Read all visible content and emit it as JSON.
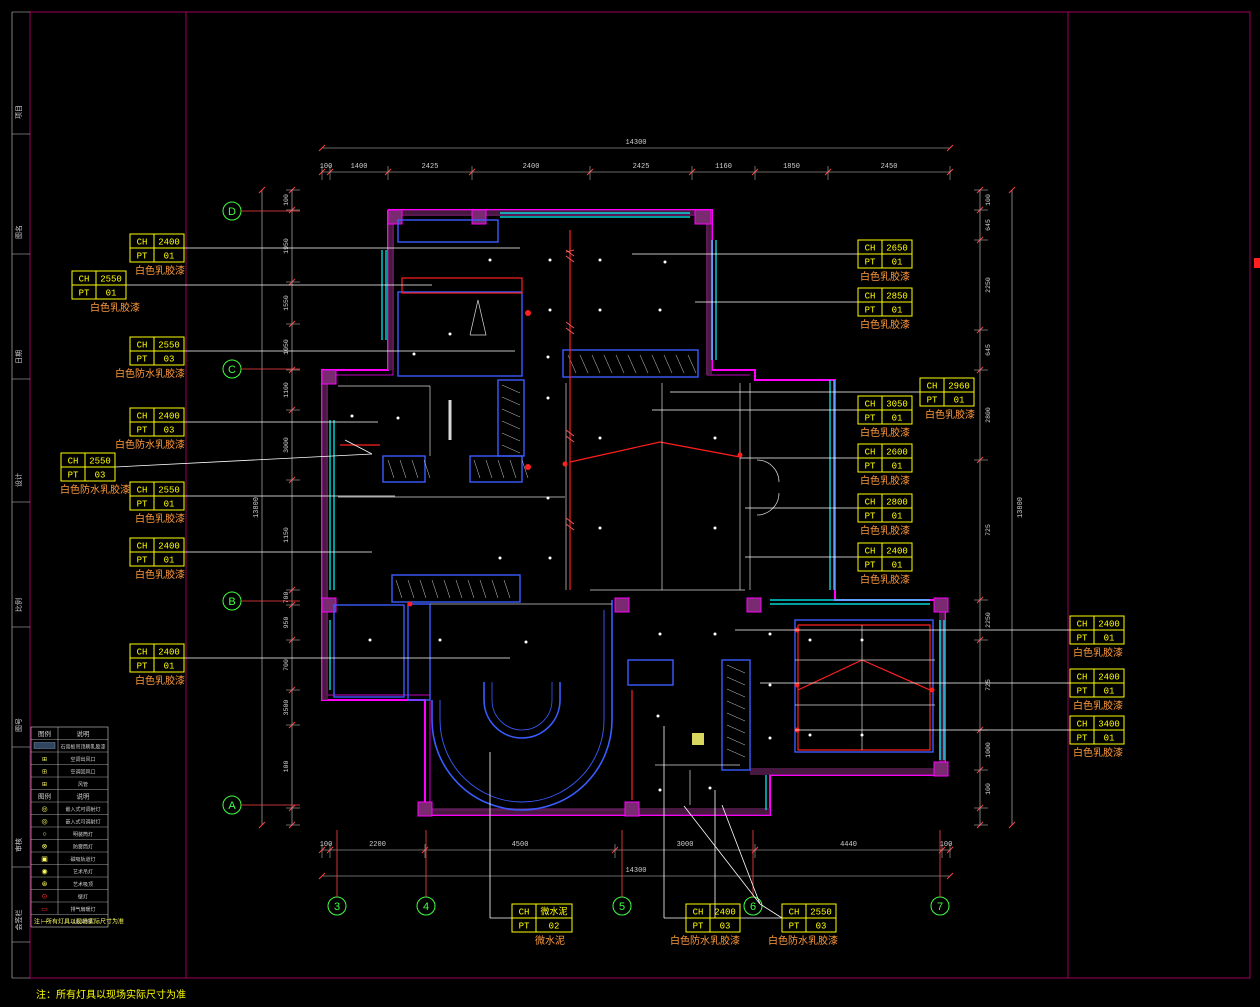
{
  "dims": {
    "top_total": "14300",
    "top_segments": [
      "100",
      "1400",
      "2425",
      "2400",
      "2425",
      "1160",
      "1850",
      "2450"
    ],
    "bottom_total": "14300",
    "bottom_segments": [
      "100",
      "2200",
      "4500",
      "3000",
      "4440",
      "100"
    ],
    "left_total": "13800",
    "left_segments": [
      "100",
      "1950",
      "1550",
      "1050",
      "1100",
      "3000",
      "1150",
      "700",
      "950",
      "700",
      "3500",
      "100"
    ],
    "right_total": "13800",
    "right_segments": [
      "100",
      "645",
      "2250",
      "645",
      "2800",
      "725",
      "2250",
      "725",
      "1000",
      "100"
    ]
  },
  "axes_rows": [
    "D",
    "C",
    "B",
    "A"
  ],
  "axes_cols": [
    "3",
    "4",
    "5",
    "6",
    "7"
  ],
  "tags_left": [
    {
      "ch": "2400",
      "pt": "01",
      "note": "白色乳胶漆"
    },
    {
      "ch": "2550",
      "pt": "01",
      "note": "白色乳胶漆"
    },
    {
      "ch": "2550",
      "pt": "03",
      "note": "白色防水乳胶漆"
    },
    {
      "ch": "2400",
      "pt": "03",
      "note": "白色防水乳胶漆"
    },
    {
      "ch": "2550",
      "pt": "03",
      "note": "白色防水乳胶漆"
    },
    {
      "ch": "2550",
      "pt": "01",
      "note": "白色乳胶漆"
    },
    {
      "ch": "2400",
      "pt": "01",
      "note": "白色乳胶漆"
    },
    {
      "ch": "2400",
      "pt": "01",
      "note": "白色乳胶漆"
    }
  ],
  "tags_right": [
    {
      "ch": "2650",
      "pt": "01",
      "note": "白色乳胶漆"
    },
    {
      "ch": "2850",
      "pt": "01",
      "note": "白色乳胶漆"
    },
    {
      "ch": "2960",
      "pt": "01",
      "note": "白色乳胶漆"
    },
    {
      "ch": "3050",
      "pt": "01",
      "note": "白色乳胶漆"
    },
    {
      "ch": "2600",
      "pt": "01",
      "note": "白色乳胶漆"
    },
    {
      "ch": "2800",
      "pt": "01",
      "note": "白色乳胶漆"
    },
    {
      "ch": "2400",
      "pt": "01",
      "note": "白色乳胶漆"
    }
  ],
  "tags_far_right": [
    {
      "ch": "2400",
      "pt": "01",
      "note": "白色乳胶漆"
    },
    {
      "ch": "2400",
      "pt": "01",
      "note": "白色乳胶漆"
    },
    {
      "ch": "3400",
      "pt": "01",
      "note": "白色乳胶漆"
    }
  ],
  "tags_bottom": [
    {
      "ch": "微水泥",
      "pt": "02",
      "note": "微水泥"
    },
    {
      "ch": "2400",
      "pt": "03",
      "note": "白色防水乳胶漆"
    },
    {
      "ch": "2550",
      "pt": "03",
      "note": "白色防水乳胶漆"
    }
  ],
  "tag_labels": {
    "ch": "CH",
    "pt": "PT"
  },
  "legend": {
    "header_a": "图例",
    "header_b": "说明",
    "header2_a": "图例",
    "header2_b": "说明",
    "items_top": [
      "石膏板吊顶刷乳胶漆",
      "空调出风口",
      "空调回风口",
      "风管"
    ],
    "items_bottom": [
      "嵌入式可调射灯",
      "嵌入式可调射灯",
      "明装筒灯",
      "防雾筒灯",
      "磁吸轨道灯",
      "艺术吊灯",
      "艺术吸顶",
      "壁灯",
      "排气扇暖灯",
      "LED灯带"
    ]
  },
  "note": "注：所有灯具以现场实际尺寸为准",
  "title_block": [
    "项目",
    "图名",
    "日期",
    "设计",
    "比例",
    "图号",
    "审核",
    "会签栏"
  ],
  "colors": {
    "wall": "#ff00ff",
    "glass": "#00ffff",
    "fixture": "#3a5cff",
    "redline": "#ff2020",
    "frame": "#c0006a",
    "tagbox": "#ffff00",
    "tagtext": "#ffff00",
    "note": "#ff9a3c",
    "dim": "#cfcfcf"
  }
}
